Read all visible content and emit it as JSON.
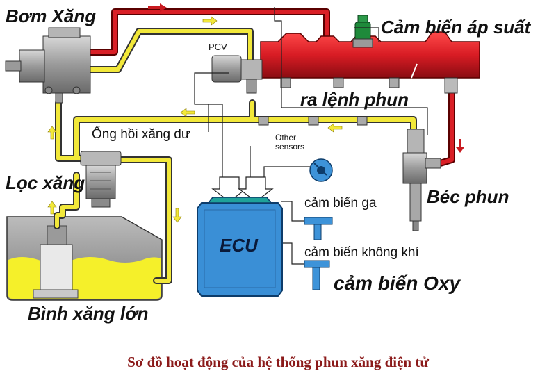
{
  "labels": {
    "bom_xang": "Bơm Xăng",
    "cam_bien_ap_suat": "Cảm biến áp suất",
    "pcv": "PCV",
    "ra_lenh_phun": "ra lệnh phun",
    "ong_hoi_xang_du": "Ống hồi xăng dư",
    "other_sensors": "Other\nsensors",
    "loc_xang": "Lọc xăng",
    "bec_phun": "Béc phun",
    "cam_bien_ga": "cảm biến ga",
    "cam_bien_khong_khi": "cảm biến không khí",
    "cam_bien_oxy": "cảm biến Oxy",
    "binh_xang_lon": "Bình xăng lớn",
    "ecu": "ECU"
  },
  "caption": "Sơ đồ hoạt động của hệ thống phun xăng điện tử",
  "colors": {
    "high_pressure_line": "#d91f26",
    "low_pressure_line": "#f2e83a",
    "ecu_body": "#3a8fd6",
    "ecu_top": "#1fa29a",
    "sensor": "#3d93d9",
    "pressure_sensor": "#1e8a3a",
    "caption": "#8b1a1a"
  }
}
